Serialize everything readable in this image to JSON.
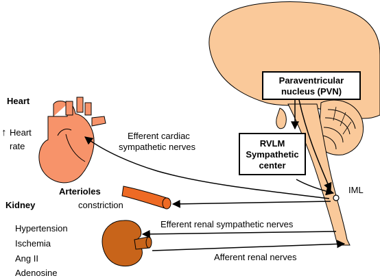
{
  "colors": {
    "brain_fill": "#FAC99A",
    "heart_fill": "#F7936A",
    "artery_fill": "#EE6A24",
    "kidney_fill": "#C8641A",
    "line": "#000000"
  },
  "labels": {
    "heart": "Heart",
    "heart_rate_arrow": "↑",
    "heart_rate_line1": "Heart",
    "heart_rate_line2": "rate",
    "efferent_cardiac_line1": "Efferent cardiac",
    "efferent_cardiac_line2": "sympathetic nerves",
    "arterioles": "Arterioles",
    "constriction": "constriction",
    "kidney": "Kidney",
    "kidney_conditions": [
      "Hypertension",
      "Ischemia",
      "Ang II",
      "Adenosine"
    ],
    "efferent_renal": "Efferent renal sympathetic nerves",
    "afferent_renal": "Afferent renal nerves",
    "iml": "IML"
  },
  "boxes": {
    "pvn_line1": "Paraventricular",
    "pvn_line2": "nucleus (PVN)",
    "rvlm_line1": "RVLM",
    "rvlm_line2": "Sympathetic",
    "rvlm_line3": "center"
  }
}
